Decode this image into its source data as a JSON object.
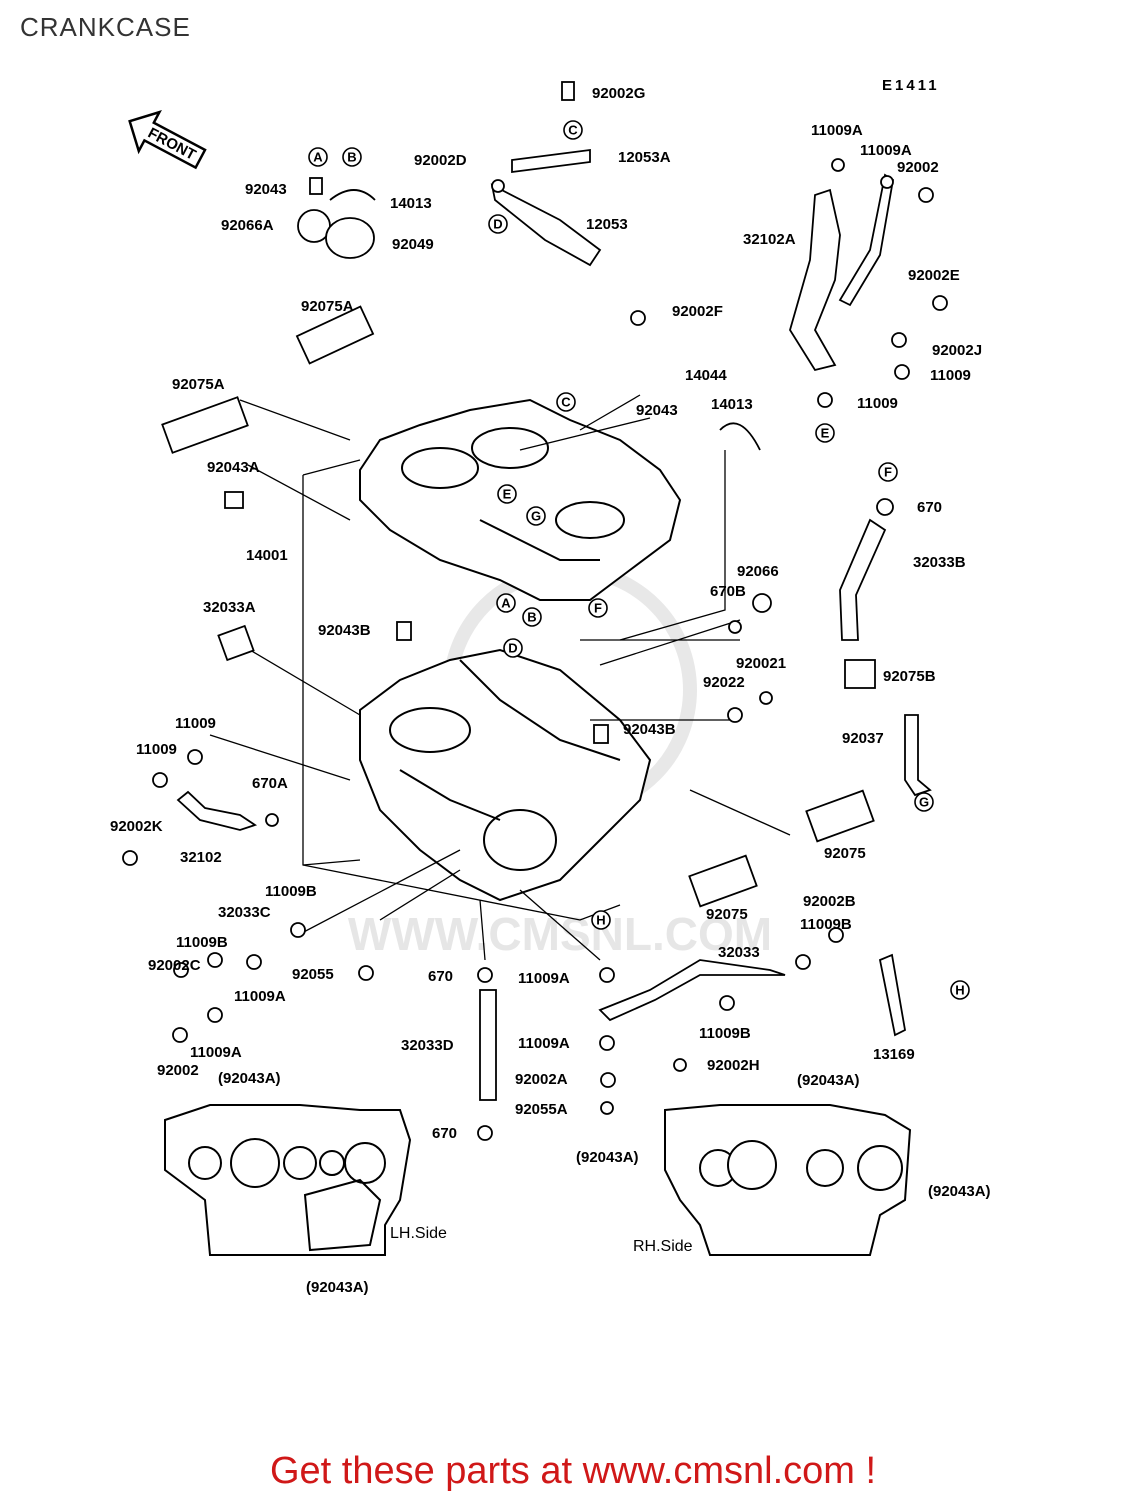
{
  "page": {
    "title": "CRANKCASE",
    "diagram_code": "E1411",
    "front_label": "FRONT",
    "watermark": "WWW.CMSNL.COM",
    "footer": "Get these parts at www.cmsnl.com !"
  },
  "labels": [
    "92002G",
    "12053A",
    "92002D",
    "12053",
    "92043",
    "14013",
    "92066A",
    "92049",
    "11009A",
    "11009A",
    "92002",
    "32102A",
    "92002E",
    "92002J",
    "11009",
    "11009",
    "92002F",
    "14044",
    "92075A",
    "92075A",
    "92043",
    "14013",
    "92043A",
    "14001",
    "670",
    "32033B",
    "92066",
    "670B",
    "32033A",
    "92043B",
    "920021",
    "92022",
    "92043B",
    "92075B",
    "92037",
    "11009",
    "11009",
    "670A",
    "92002K",
    "32102",
    "92075",
    "92075",
    "11009B",
    "32033C",
    "11009B",
    "92002C",
    "11009A",
    "92002",
    "11009A",
    "92055",
    "670",
    "11009A",
    "32033",
    "11009B",
    "92002B",
    "11009B",
    "32033D",
    "11009A",
    "92002A",
    "92055A",
    "670",
    "92002H",
    "13169",
    "(92043A)",
    "(92043A)",
    "(92043A)",
    "(92043A)",
    "(92043A)"
  ],
  "side_labels": {
    "lh": "LH.Side",
    "rh": "RH.Side"
  },
  "callout_letters": [
    "A",
    "B",
    "C",
    "D",
    "E",
    "F",
    "G",
    "H"
  ]
}
